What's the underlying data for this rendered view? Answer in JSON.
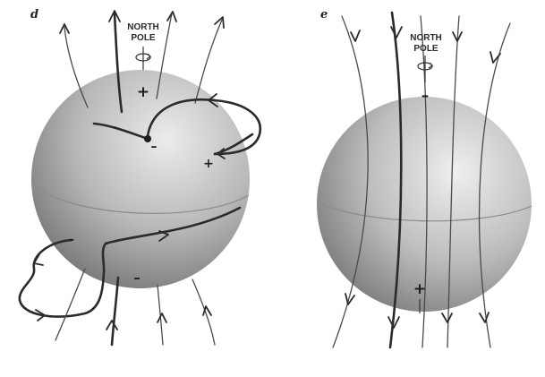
{
  "figure": {
    "panel_d": {
      "letter": "d",
      "pole_label_line1": "NORTH",
      "pole_label_line2": "POLE",
      "signs": [
        "+",
        "–",
        "+",
        "–",
        "–"
      ]
    },
    "panel_e": {
      "letter": "e",
      "pole_label_line1": "NORTH",
      "pole_label_line2": "POLE",
      "signs": [
        "–",
        "+"
      ]
    },
    "colors": {
      "sphere_light": "#ececec",
      "sphere_mid": "#b4b4b4",
      "sphere_dark": "#6e6e6e",
      "line": "#2b2b2b"
    }
  }
}
